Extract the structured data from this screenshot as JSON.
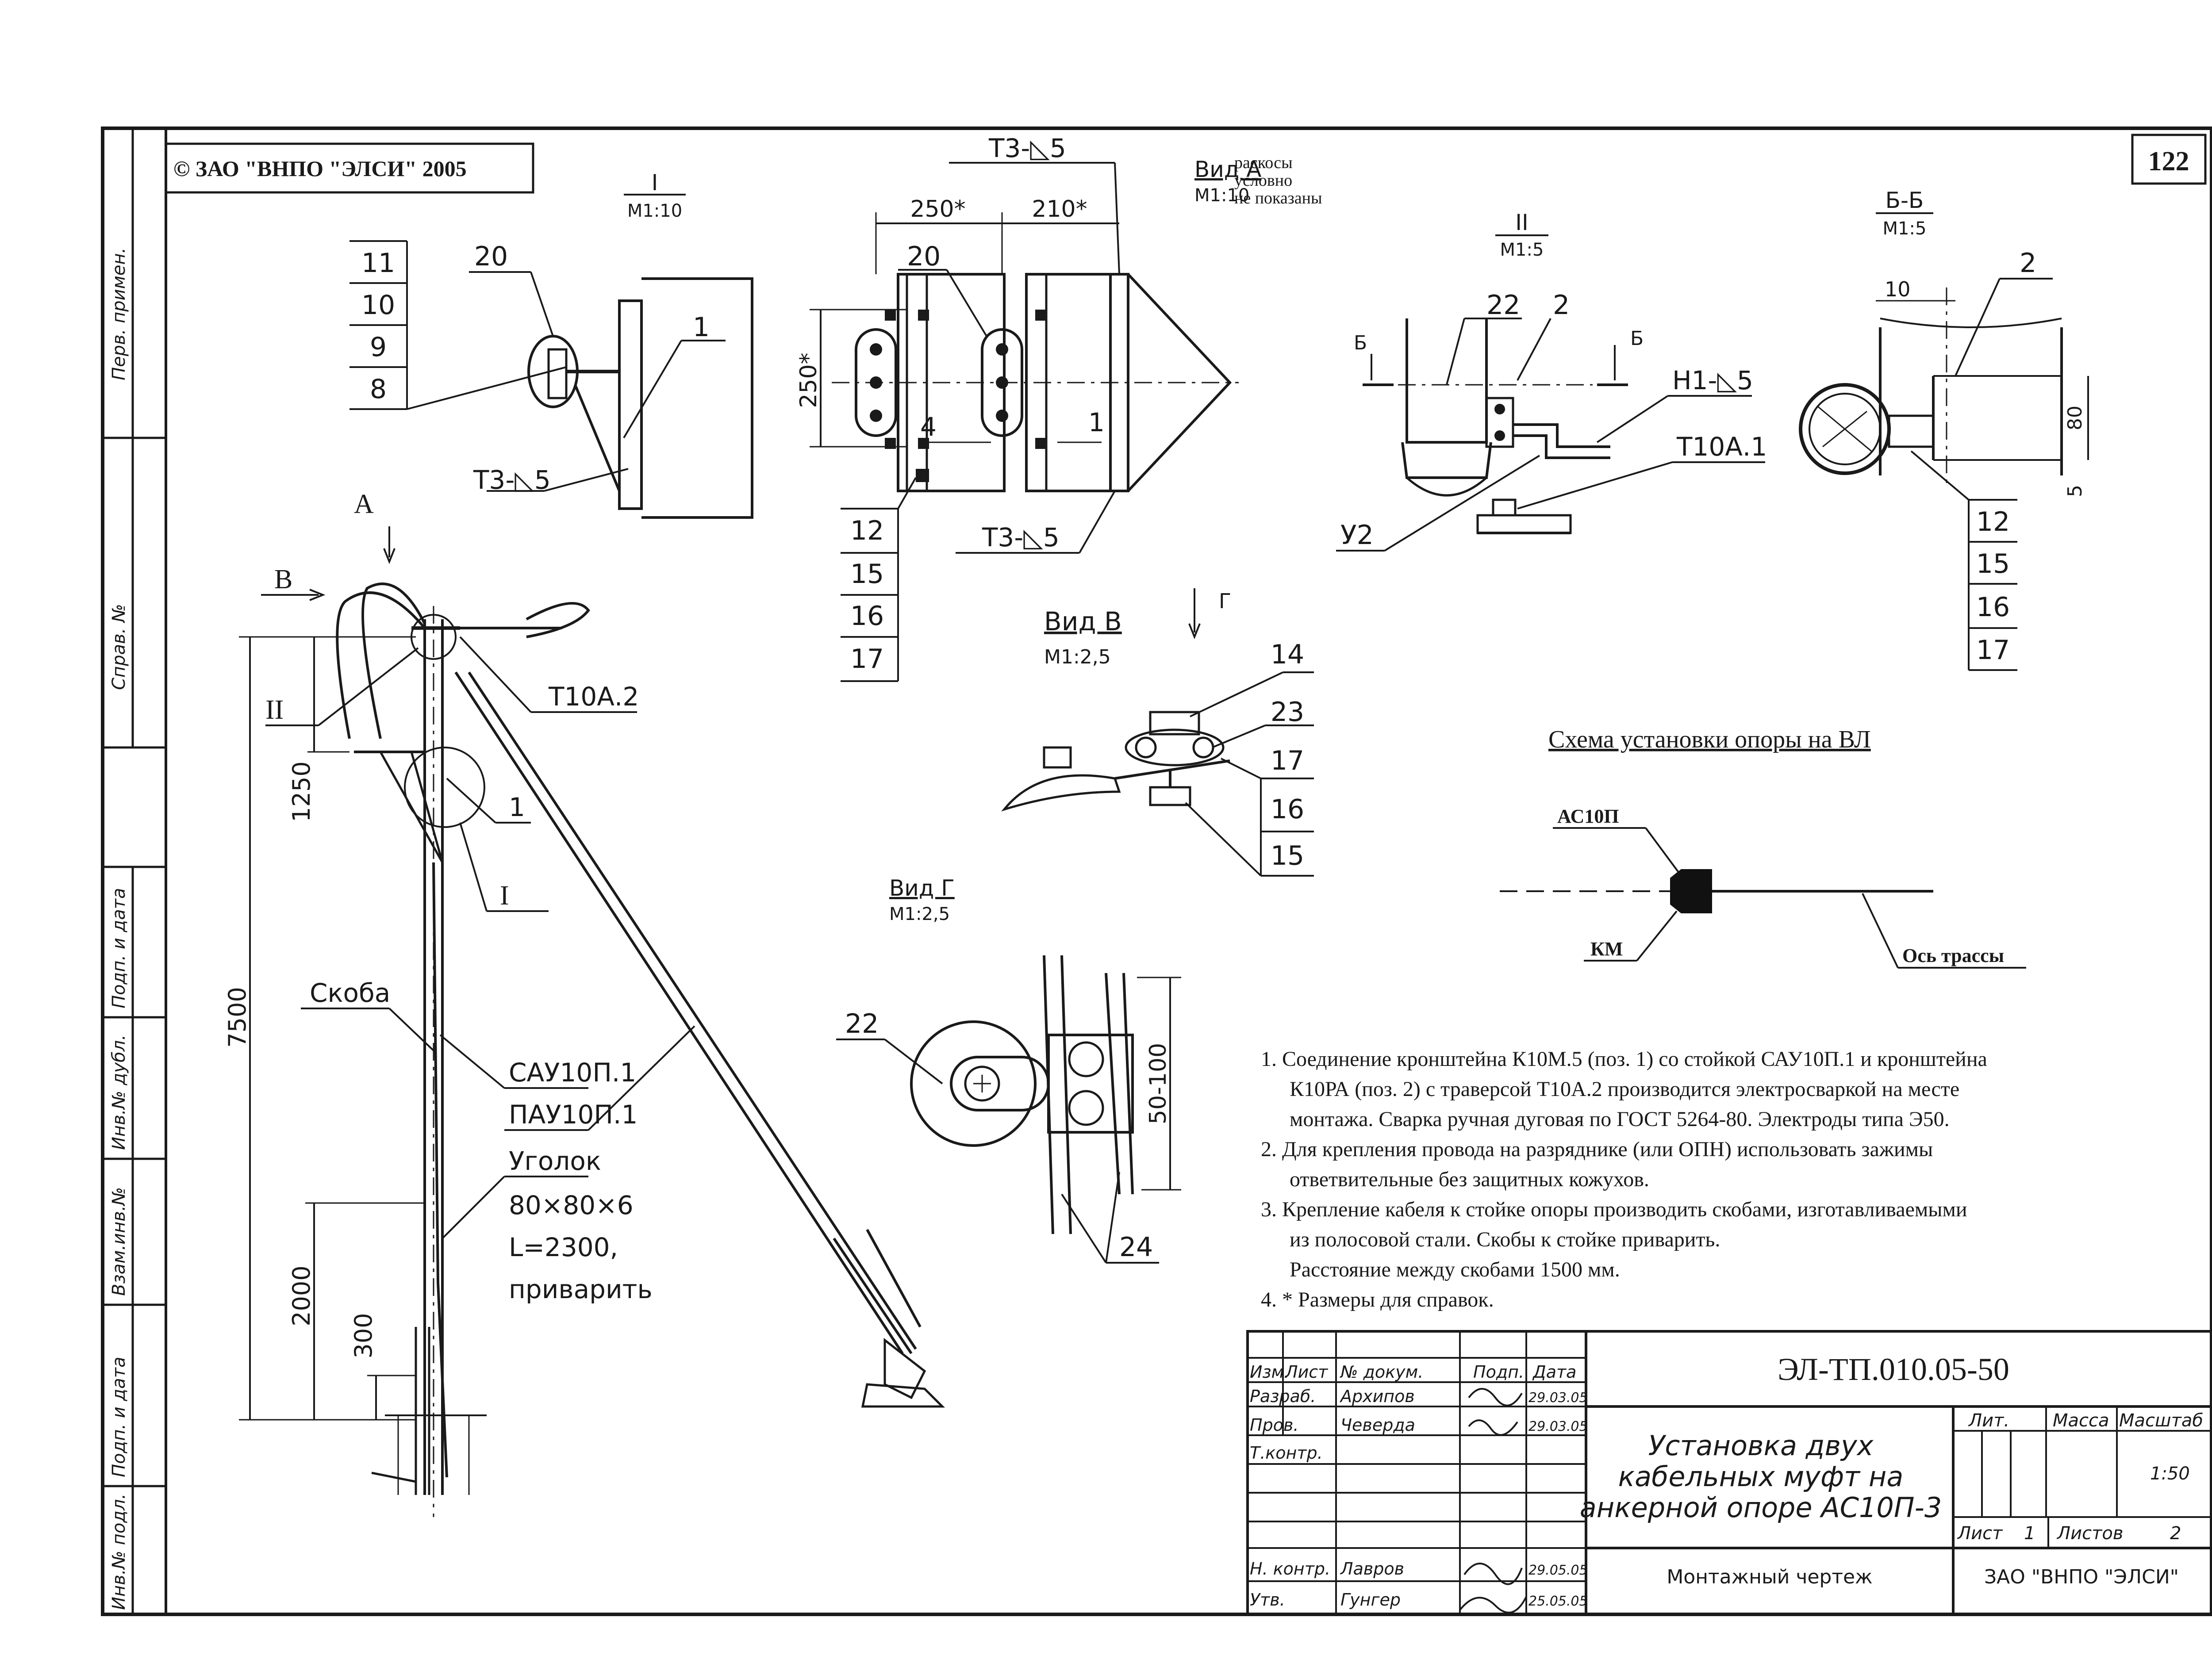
{
  "copyright": "© ЗАО \"ВНПО \"ЭЛСИ\" 2005",
  "sheet_number": "122",
  "side_stamp": {
    "top": [
      "Перв. примен.",
      "Справ. №"
    ],
    "bottom": [
      "Подп. и дата",
      "Инв.№ дубл.",
      "Взам.инв.№",
      "Подп. и дата",
      "Инв.№ подл."
    ]
  },
  "view_I": {
    "title": "I",
    "scale": "М1:10",
    "items": [
      "11",
      "10",
      "9",
      "8"
    ],
    "leader_labels": [
      "20",
      "1"
    ],
    "weld": "Т3-◺5"
  },
  "view_A": {
    "title": "Вид А",
    "scale": "М1:10",
    "note": [
      "раскосы",
      "условно",
      "не показаны"
    ],
    "dims": [
      "250*",
      "210*",
      "250*"
    ],
    "weld_top": "Т3-◺5",
    "weld_bottom": "Т3-◺5",
    "labels": [
      "20",
      "4",
      "1"
    ],
    "items": [
      "12",
      "15",
      "16",
      "17"
    ]
  },
  "view_II": {
    "title": "II",
    "scale": "М1:5",
    "section": "Б",
    "labels": [
      "22",
      "2",
      "Н1-◺5",
      "Т10А.1",
      "У2"
    ]
  },
  "section_BB": {
    "title": "Б-Б",
    "scale": "М1:5",
    "dims": [
      "10",
      "80",
      "5"
    ],
    "labels": [
      "2"
    ],
    "items": [
      "12",
      "15",
      "16",
      "17"
    ]
  },
  "view_V": {
    "title": "Вид В",
    "scale": "М1:2,5",
    "arrow": "Г",
    "items": [
      "14",
      "23",
      "17",
      "16",
      "15"
    ]
  },
  "view_G": {
    "title": "Вид Г",
    "scale": "М1:2,5",
    "labels": [
      "22",
      "24"
    ],
    "dim": "50-100"
  },
  "main_view": {
    "arrow_A": "А",
    "arrow_B": "В",
    "ref_II": "II",
    "ref_I": "I",
    "labels": [
      "Т10А.2",
      "1",
      "Скоба",
      "САУ10П.1",
      "ПАУ10П.1",
      "Уголок",
      "80×80×6",
      "L=2300,",
      "приварить"
    ],
    "dims": [
      "1250",
      "7500",
      "2000",
      "300"
    ]
  },
  "scheme": {
    "title": "Схема установки опоры на ВЛ",
    "labels": [
      "АС10П",
      "КМ",
      "Ось трассы"
    ]
  },
  "notes": [
    "1. Соединение кронштейна  К10М.5 (поз. 1) со стойкой САУ10П.1 и кронштейна",
    "К10РА (поз. 2) с траверсой Т10А.2 производится электросваркой на месте",
    "монтажа. Сварка ручная дуговая по ГОСТ 5264-80. Электроды типа Э50.",
    "2. Для крепления провода на разряднике (или ОПН) использовать зажимы",
    "ответвительные без защитных кожухов.",
    "3. Крепление кабеля к стойке опоры производить скобами, изготавливаемыми",
    "из полосовой стали. Скобы к стойке приварить.",
    "Расстояние между скобами 1500 мм.",
    "4. * Размеры для справок."
  ],
  "title_block": {
    "designation": "ЭЛ-ТП.010.05-50",
    "title": [
      "Установка двух",
      "кабельных муфт на",
      "анкерной опоре АС10П-3"
    ],
    "doc_type": "Монтажный чертеж",
    "company": "ЗАО \"ВНПО \"ЭЛСИ\"",
    "col_headers": [
      "Изм.",
      "Лист",
      "№ докум.",
      "Подп.",
      "Дата"
    ],
    "roles": [
      {
        "role": "Разраб.",
        "name": "Архипов",
        "date": "29.03.05"
      },
      {
        "role": "Пров.",
        "name": "Чеверда",
        "date": "29.03.05"
      },
      {
        "role": "Т.контр.",
        "name": "",
        "date": ""
      },
      {
        "role": "Н. контр.",
        "name": "Лавров",
        "date": "29.05.05"
      },
      {
        "role": "Утв.",
        "name": "Гунгер",
        "date": "25.05.05"
      }
    ],
    "lit_label": "Лит.",
    "mass_label": "Масса",
    "scale_label": "Масштаб",
    "scale": "1:50",
    "sheet_label": "Лист",
    "sheet": "1",
    "sheets_label": "Листов",
    "sheets": "2"
  }
}
